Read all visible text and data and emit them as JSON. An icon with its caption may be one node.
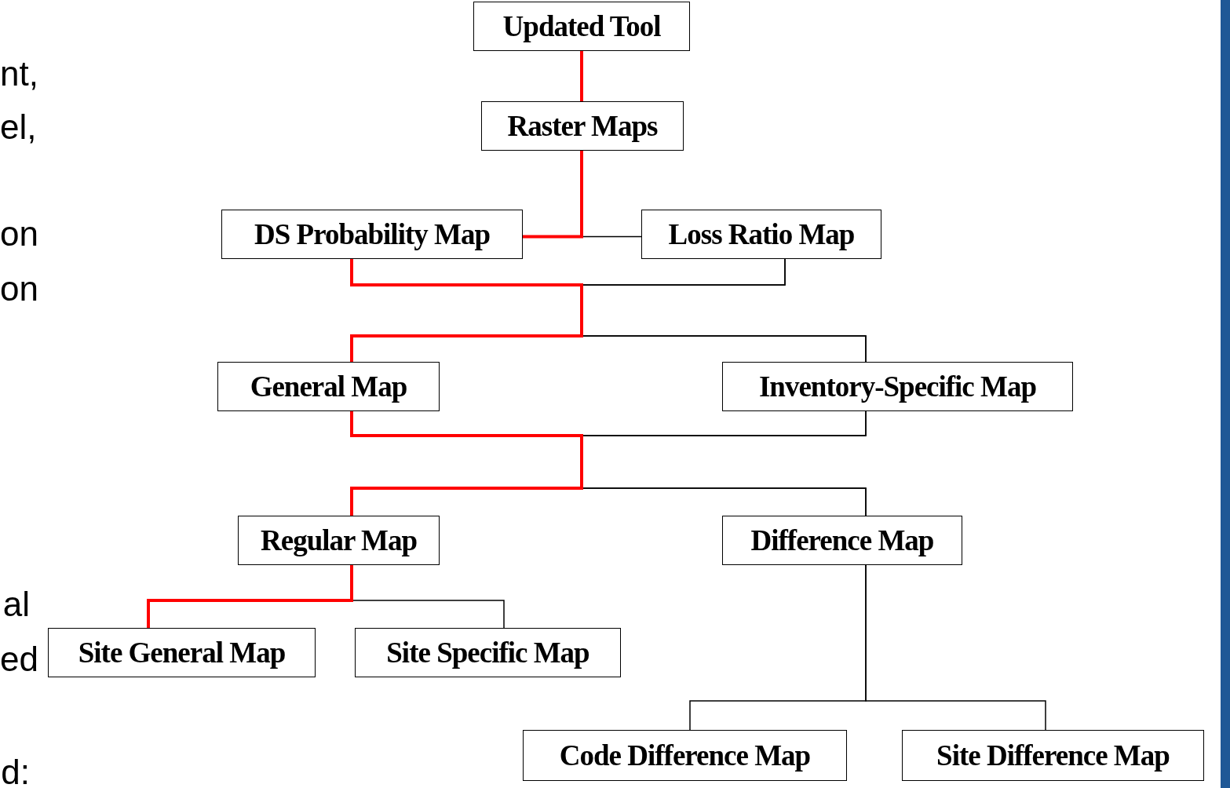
{
  "diagram": {
    "nodes": [
      {
        "text": [
          "Updated Tool"
        ]
      },
      {
        "text": [
          "Raster Maps"
        ]
      },
      {
        "text": [
          "DS Probability Map"
        ]
      },
      {
        "text": [
          "Loss Ratio Map"
        ]
      },
      {
        "text": [
          "General Map"
        ]
      },
      {
        "text": [
          "Inventory-Specific Map"
        ]
      },
      {
        "text": [
          "Regular Map"
        ]
      },
      {
        "text": [
          "Difference Map"
        ]
      },
      {
        "text": [
          "Site General Map"
        ]
      },
      {
        "text": [
          "Site Specific Map"
        ]
      },
      {
        "text": [
          "Code Difference Map"
        ]
      },
      {
        "text": [
          "Site Difference Map"
        ]
      }
    ],
    "edges": [
      {
        "from": 0,
        "to": 1,
        "arrow": "none",
        "style": "thick",
        "color": "#ff0000"
      },
      {
        "from": 1,
        "to": 2,
        "arrow": "none",
        "style": "thick",
        "color": "#ff0000"
      },
      {
        "from": 1,
        "to": 3,
        "arrow": "none"
      },
      {
        "from": 2,
        "to": 4,
        "arrow": "none",
        "style": "thick",
        "color": "#ff0000"
      },
      {
        "from": 2,
        "to": 5,
        "arrow": "none"
      },
      {
        "from": 3,
        "to": 4,
        "arrow": "none"
      },
      {
        "from": 3,
        "to": 5,
        "arrow": "none"
      },
      {
        "from": 4,
        "to": 6,
        "arrow": "none",
        "style": "thick",
        "color": "#ff0000"
      },
      {
        "from": 4,
        "to": 7,
        "arrow": "none"
      },
      {
        "from": 5,
        "to": 6,
        "arrow": "none"
      },
      {
        "from": 5,
        "to": 7,
        "arrow": "none"
      },
      {
        "from": 6,
        "to": 8,
        "arrow": "none",
        "style": "thick",
        "color": "#ff0000"
      },
      {
        "from": 6,
        "to": 9,
        "arrow": "none"
      },
      {
        "from": 7,
        "to": 10,
        "arrow": "none"
      },
      {
        "from": 7,
        "to": 11,
        "arrow": "none"
      }
    ],
    "labels": [
      "nt,",
      "el,",
      "on",
      "on",
      "al",
      "ed",
      "d:"
    ]
  }
}
